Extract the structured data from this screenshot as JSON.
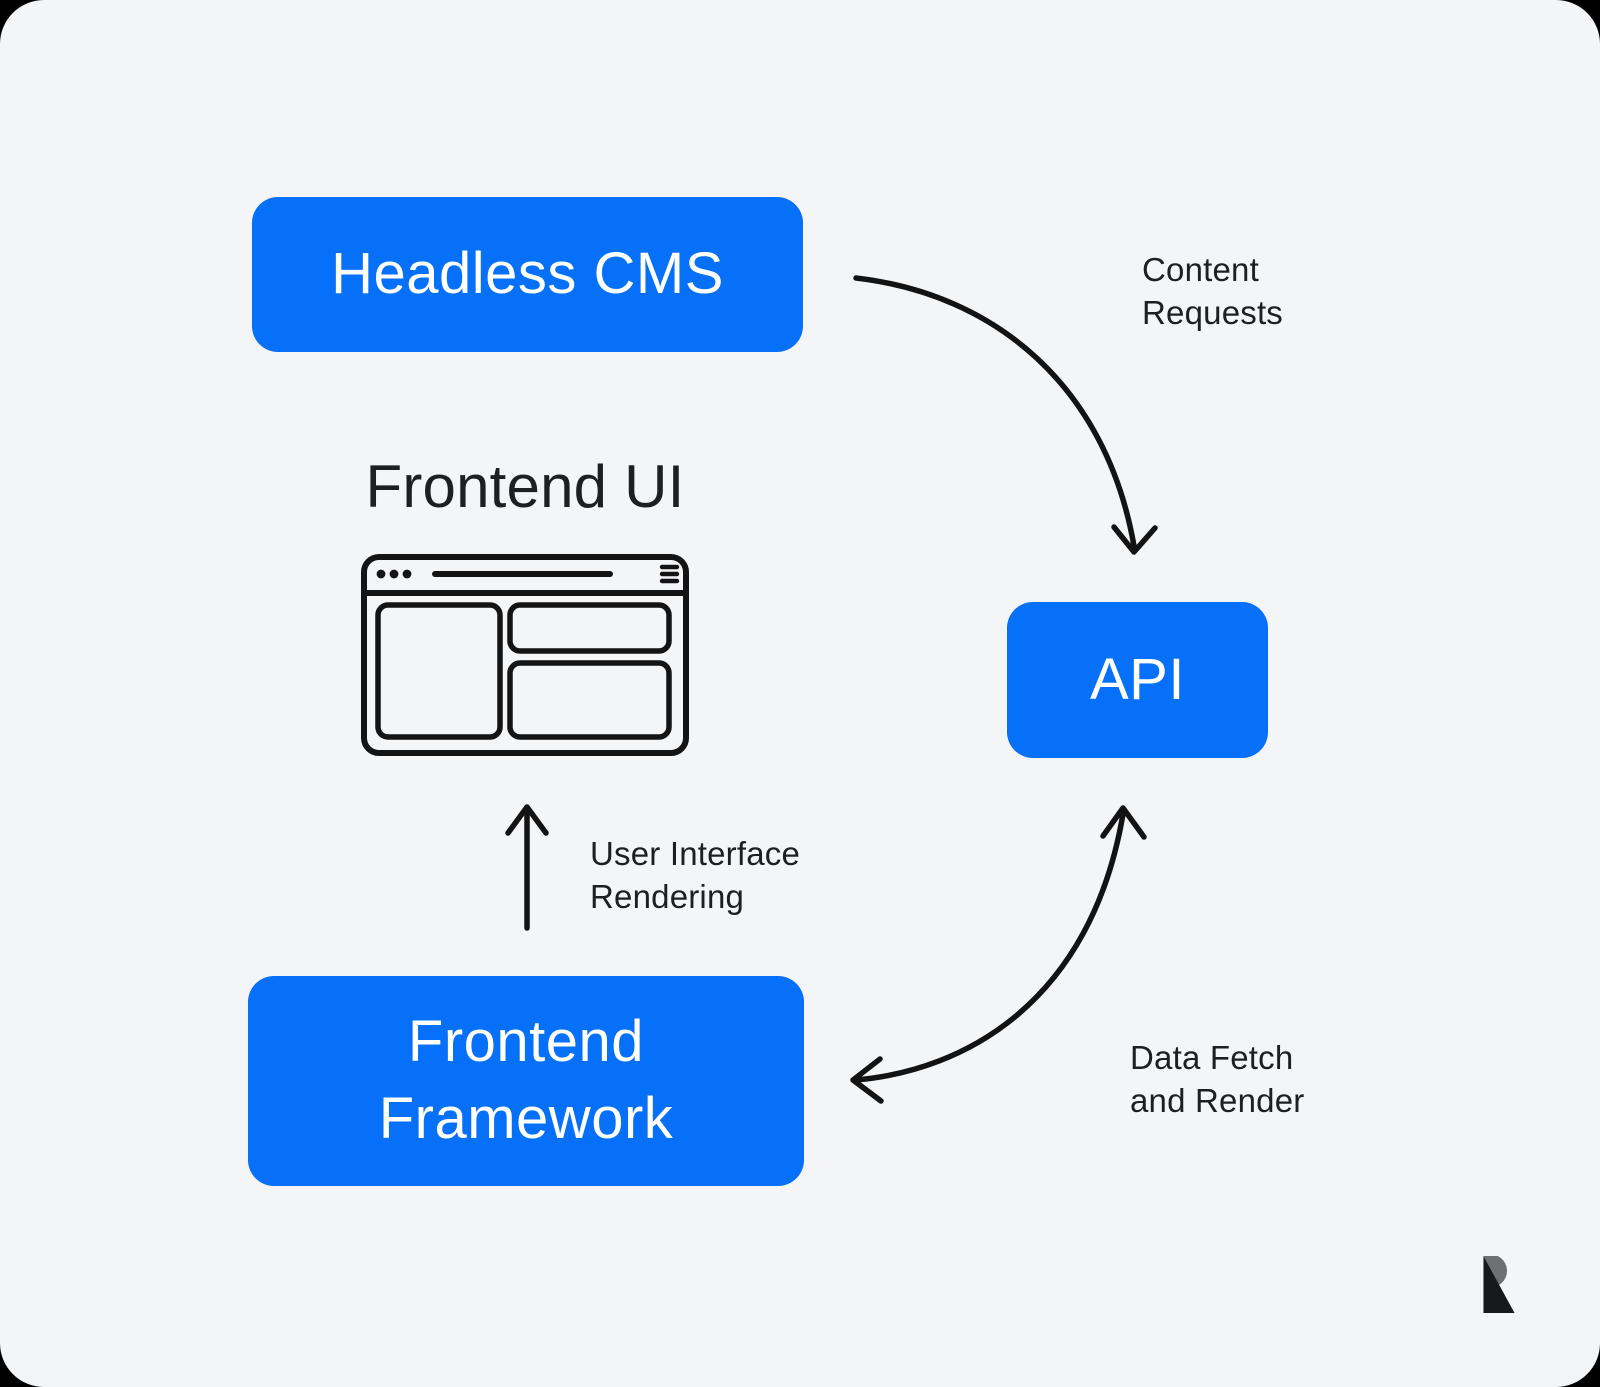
{
  "diagram": {
    "nodes": {
      "headless_cms": {
        "label": "Headless CMS"
      },
      "api": {
        "label": "API"
      },
      "frontend_framework": {
        "lines": [
          "Frontend",
          "Framework"
        ]
      },
      "frontend_ui": {
        "label": "Frontend UI"
      }
    },
    "edge_labels": {
      "content_requests": {
        "lines": [
          "Content",
          "Requests"
        ]
      },
      "user_interface_rendering": {
        "lines": [
          "User Interface",
          "Rendering"
        ]
      },
      "data_fetch_render": {
        "lines": [
          "Data Fetch",
          "and Render"
        ]
      }
    },
    "edges": [
      {
        "from": "headless_cms",
        "to": "api",
        "label": "Content Requests",
        "direction": "one-way"
      },
      {
        "from": "api",
        "to": "frontend_framework",
        "label": "Data Fetch and Render",
        "direction": "two-way"
      },
      {
        "from": "frontend_framework",
        "to": "frontend_ui",
        "label": "User Interface Rendering",
        "direction": "one-way"
      }
    ],
    "icons": {
      "browser_window": "browser-window-icon",
      "brand_logo": "r-mark-logo"
    },
    "colors": {
      "node_blue": "#0670F8",
      "node_text": "#FFFFFF",
      "text_dark": "#1D1F22",
      "canvas_bg": "#F4F5F7",
      "outer_bg": "#000000",
      "arrow": "#131313",
      "logo_gray": "#6E7174",
      "logo_black": "#17191C"
    }
  }
}
